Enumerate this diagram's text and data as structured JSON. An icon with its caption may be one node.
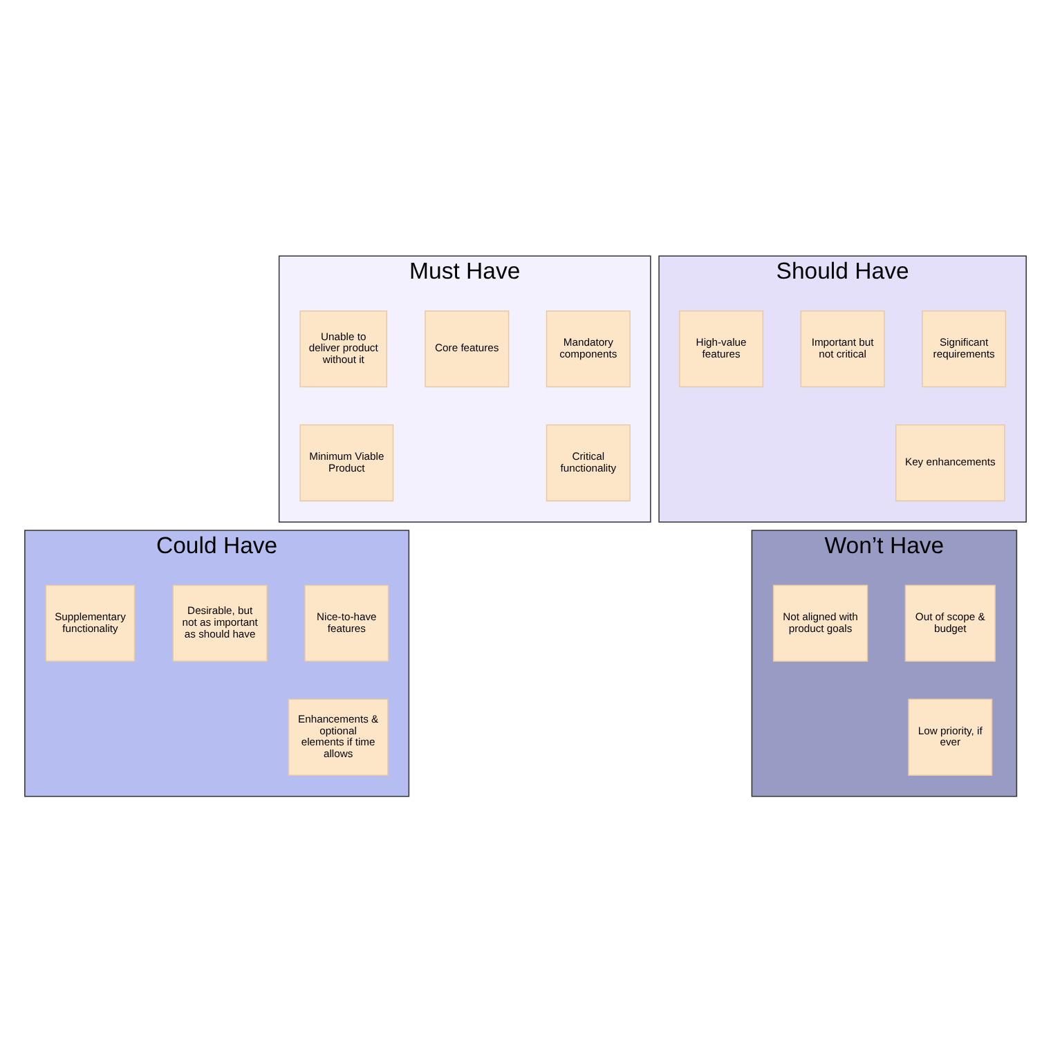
{
  "diagram": {
    "nodes": [
      {
        "text": [
          "Must Have"
        ]
      },
      {
        "text": [
          "Mandatory components"
        ],
        "in": 0
      },
      {
        "text": [
          "Core features"
        ],
        "in": 0
      },
      {
        "text": [
          "Unable to deliver product without it"
        ],
        "in": 0
      },
      {
        "text": [
          "Critical functionality"
        ],
        "in": 0
      },
      {
        "text": [
          "Minimum Viable Product"
        ],
        "in": 0
      },
      {
        "text": [
          "Should Have"
        ]
      },
      {
        "text": [
          "Significant requirements"
        ],
        "in": 6
      },
      {
        "text": [
          "Important but not critical"
        ],
        "in": 6
      },
      {
        "text": [
          "High-value features"
        ],
        "in": 6
      },
      {
        "text": [
          "Key enhancements"
        ],
        "in": 6
      },
      {
        "text": [
          "Could Have"
        ]
      },
      {
        "text": [
          "Nice-to-have features"
        ],
        "in": 11
      },
      {
        "text": [
          "Desirable, but not as important as should have"
        ],
        "in": 11
      },
      {
        "text": [
          "Supplementary functionality"
        ],
        "in": 11
      },
      {
        "text": [
          "Enhancements & optional elements if time allows"
        ],
        "in": 11
      },
      {
        "text": [
          "Won’t Have"
        ]
      },
      {
        "text": [
          "Out of scope & budget"
        ],
        "in": 16
      },
      {
        "text": [
          "Not aligned with product goals"
        ],
        "in": 16
      },
      {
        "text": [
          "Low priority, if ever"
        ],
        "in": 16
      }
    ]
  }
}
